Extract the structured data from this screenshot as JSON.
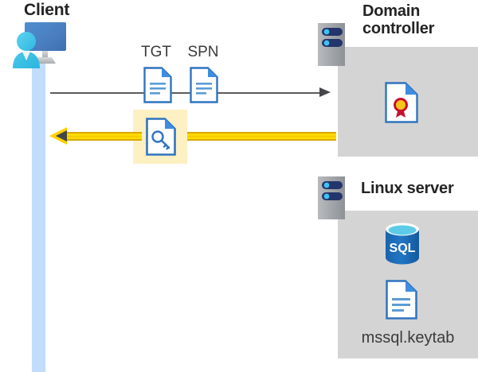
{
  "diagram": {
    "title_client": "Client",
    "title_domain_controller": "Domain controller",
    "title_linux_server": "Linux server",
    "labels": {
      "tgt": "TGT",
      "spn": "SPN",
      "keytab_filename": "mssql.keytab",
      "sql_text": "SQL"
    },
    "icons": {
      "client": "user-workstation-icon",
      "dc_rack": "server-rack-icon",
      "linux_rack": "server-rack-icon",
      "tgt_doc": "document-icon",
      "spn_doc": "document-icon",
      "key_doc": "document-key-icon",
      "cert_doc": "certificate-icon",
      "sql_db": "sql-database-icon",
      "keytab_doc": "document-icon"
    },
    "arrows": {
      "request": "request-arrow-right",
      "response": "response-arrow-left"
    },
    "colors": {
      "panel_gray": "#d4d4d4",
      "lifeline_blue": "#c1ddfc",
      "highlight_yellow": "#fdf0c2",
      "arrow_yellow": "#ffd100",
      "arrow_dark": "#45464a",
      "doc_blue": "#2f74c0",
      "doc_fold_blue": "#3e8de0",
      "sql_blue": "#1f69b3",
      "sql_top_cyan": "#5ccbe8",
      "cert_red": "#c8102e",
      "cert_gold": "#f5c518",
      "rack_navy": "#23356b",
      "rack_cyan": "#3fc3f0",
      "text_dark": "#242424"
    }
  }
}
